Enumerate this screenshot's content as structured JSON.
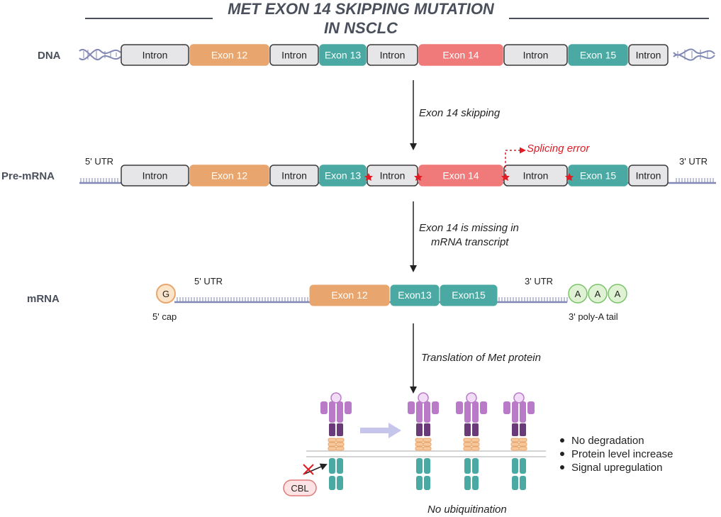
{
  "title": {
    "line1": "MET EXON 14 SKIPPING MUTATION",
    "line2": "IN NSCLC"
  },
  "rows": {
    "dna": "DNA",
    "premrna": "Pre-mRNA",
    "mrna": "mRNA"
  },
  "colors": {
    "intron_fill": "#e6e6e8",
    "exon_orange": "#e8a66e",
    "exon_teal": "#4aa9a2",
    "exon_red": "#f07979",
    "strand": "#8088b3",
    "text_dark": "#4a4f5c",
    "error_red": "#e01b24",
    "receptor_purple": "#b97ac8",
    "receptor_dark": "#6b3a78",
    "receptor_tm": "#e8a66e",
    "receptor_teal": "#4aa9a2",
    "cap_fill": "#fbe4c8",
    "polya_fill": "#dff3d4"
  },
  "dna_segments": [
    {
      "label": "Intron",
      "kind": "intron"
    },
    {
      "label": "Exon 12",
      "kind": "orange"
    },
    {
      "label": "Intron",
      "kind": "intron"
    },
    {
      "label": "Exon 13",
      "kind": "teal"
    },
    {
      "label": "Intron",
      "kind": "intron"
    },
    {
      "label": "Exon 14",
      "kind": "red"
    },
    {
      "label": "Intron",
      "kind": "intron"
    },
    {
      "label": "Exon 15",
      "kind": "teal"
    },
    {
      "label": "Intron",
      "kind": "intron"
    }
  ],
  "premrna": {
    "utr5": "5' UTR",
    "utr3": "3' UTR",
    "splicing_error": "Splicing error",
    "segments": [
      {
        "label": "Intron",
        "kind": "intron"
      },
      {
        "label": "Exon 12",
        "kind": "orange"
      },
      {
        "label": "Intron",
        "kind": "intron"
      },
      {
        "label": "Exon 13",
        "kind": "teal"
      },
      {
        "label": "Intron",
        "kind": "intron"
      },
      {
        "label": "Exon 14",
        "kind": "red"
      },
      {
        "label": "Intron",
        "kind": "intron"
      },
      {
        "label": "Exon 15",
        "kind": "teal"
      },
      {
        "label": "Intron",
        "kind": "intron"
      }
    ]
  },
  "mrna": {
    "utr5": "5' UTR",
    "utr3": "3' UTR",
    "cap_letter": "G",
    "cap_label": "5' cap",
    "polya_letters": [
      "A",
      "A",
      "A"
    ],
    "polya_label": "3' poly-A tail",
    "segments": [
      {
        "label": "Exon 12",
        "kind": "orange"
      },
      {
        "label": "Exon13",
        "kind": "teal"
      },
      {
        "label": "Exon15",
        "kind": "teal"
      }
    ]
  },
  "steps": {
    "step1": "Exon 14 skipping",
    "step2_line1": "Exon 14 is missing in",
    "step2_line2": "mRNA transcript",
    "step3": "Translation of Met protein"
  },
  "protein": {
    "cbl_label": "CBL",
    "caption": "No ubiquitination",
    "bullets": [
      "No degradation",
      "Protein level increase",
      "Signal upregulation"
    ]
  }
}
